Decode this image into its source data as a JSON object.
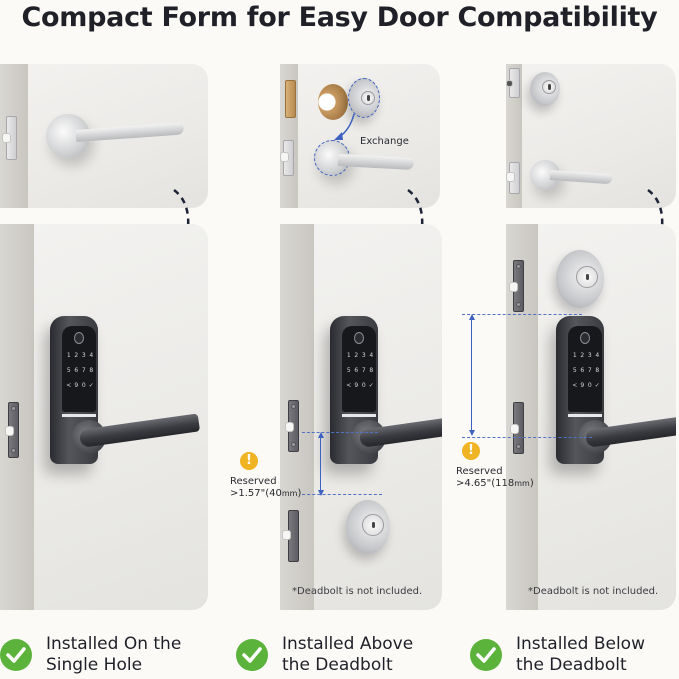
{
  "title": "Compact Form for Easy Door Compatibility",
  "panels": [
    {
      "id": "single-hole",
      "before": {
        "description": "existing passage lever on single hole"
      },
      "after": {
        "description": "smart lock installed on single hole"
      },
      "keypad": [
        "1",
        "2",
        "3",
        "4",
        "5",
        "6",
        "7",
        "8",
        "<",
        "9",
        "0",
        "✓"
      ]
    },
    {
      "id": "above-deadbolt",
      "before": {
        "exchange_label": "Exchange"
      },
      "after": {
        "reserved_label": "Reserved",
        "reserved_value": ">1.57\"(40",
        "reserved_unit": "mm",
        "reserved_close": ")",
        "note": "*Deadbolt is not included."
      },
      "keypad": [
        "1",
        "2",
        "3",
        "4",
        "5",
        "6",
        "7",
        "8",
        "<",
        "9",
        "0",
        "✓"
      ]
    },
    {
      "id": "below-deadbolt",
      "after": {
        "reserved_label": "Reserved",
        "reserved_value": ">4.65\"(118",
        "reserved_unit": "mm",
        "reserved_close": ")",
        "note": "*Deadbolt is not included."
      },
      "keypad": [
        "1",
        "2",
        "3",
        "4",
        "5",
        "6",
        "7",
        "8",
        "<",
        "9",
        "0",
        "✓"
      ]
    }
  ],
  "footer": [
    {
      "line1": "Installed On the",
      "line2": "Single Hole",
      "icon": "check-circle-icon"
    },
    {
      "line1": "Installed Above",
      "line2": "the Deadbolt",
      "icon": "check-circle-icon"
    },
    {
      "line1": "Installed Below",
      "line2": "the Deadbolt",
      "icon": "check-circle-icon"
    }
  ],
  "colors": {
    "check_green": "#5cb33b",
    "warning_yellow": "#f0b323",
    "dimension_blue": "#3d62c0",
    "title_text": "#1f2028",
    "background": "#fbfaf7"
  }
}
